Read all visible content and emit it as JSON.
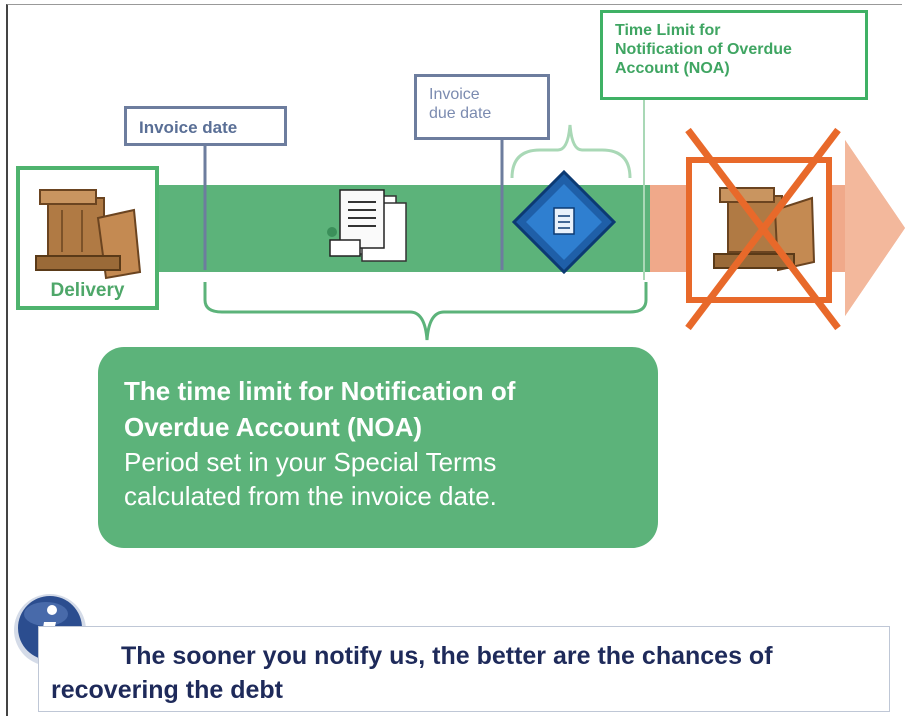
{
  "labels": {
    "invoice_date": "Invoice date",
    "invoice_due_date": "Invoice\ndue date",
    "noa_time_limit": "Time Limit for\nNotification of Overdue\nAccount (NOA)",
    "delivery": "Delivery"
  },
  "callout": {
    "title": "The time limit for Notification of\nOverdue Account (NOA)",
    "text": "Period set in your Special Terms\ncalculated from the invoice date."
  },
  "note": {
    "text": "The sooner you notify us, the better are the chances of recovering the debt",
    "icon": "info-icon"
  },
  "colors": {
    "timeline_green": "#5cb37a",
    "timeline_orange": "#f0a98a",
    "cross_orange": "#e8692a",
    "label_border_blue": "#6d7d9e",
    "noa_green": "#3fb165",
    "note_text": "#1e2a5a"
  }
}
